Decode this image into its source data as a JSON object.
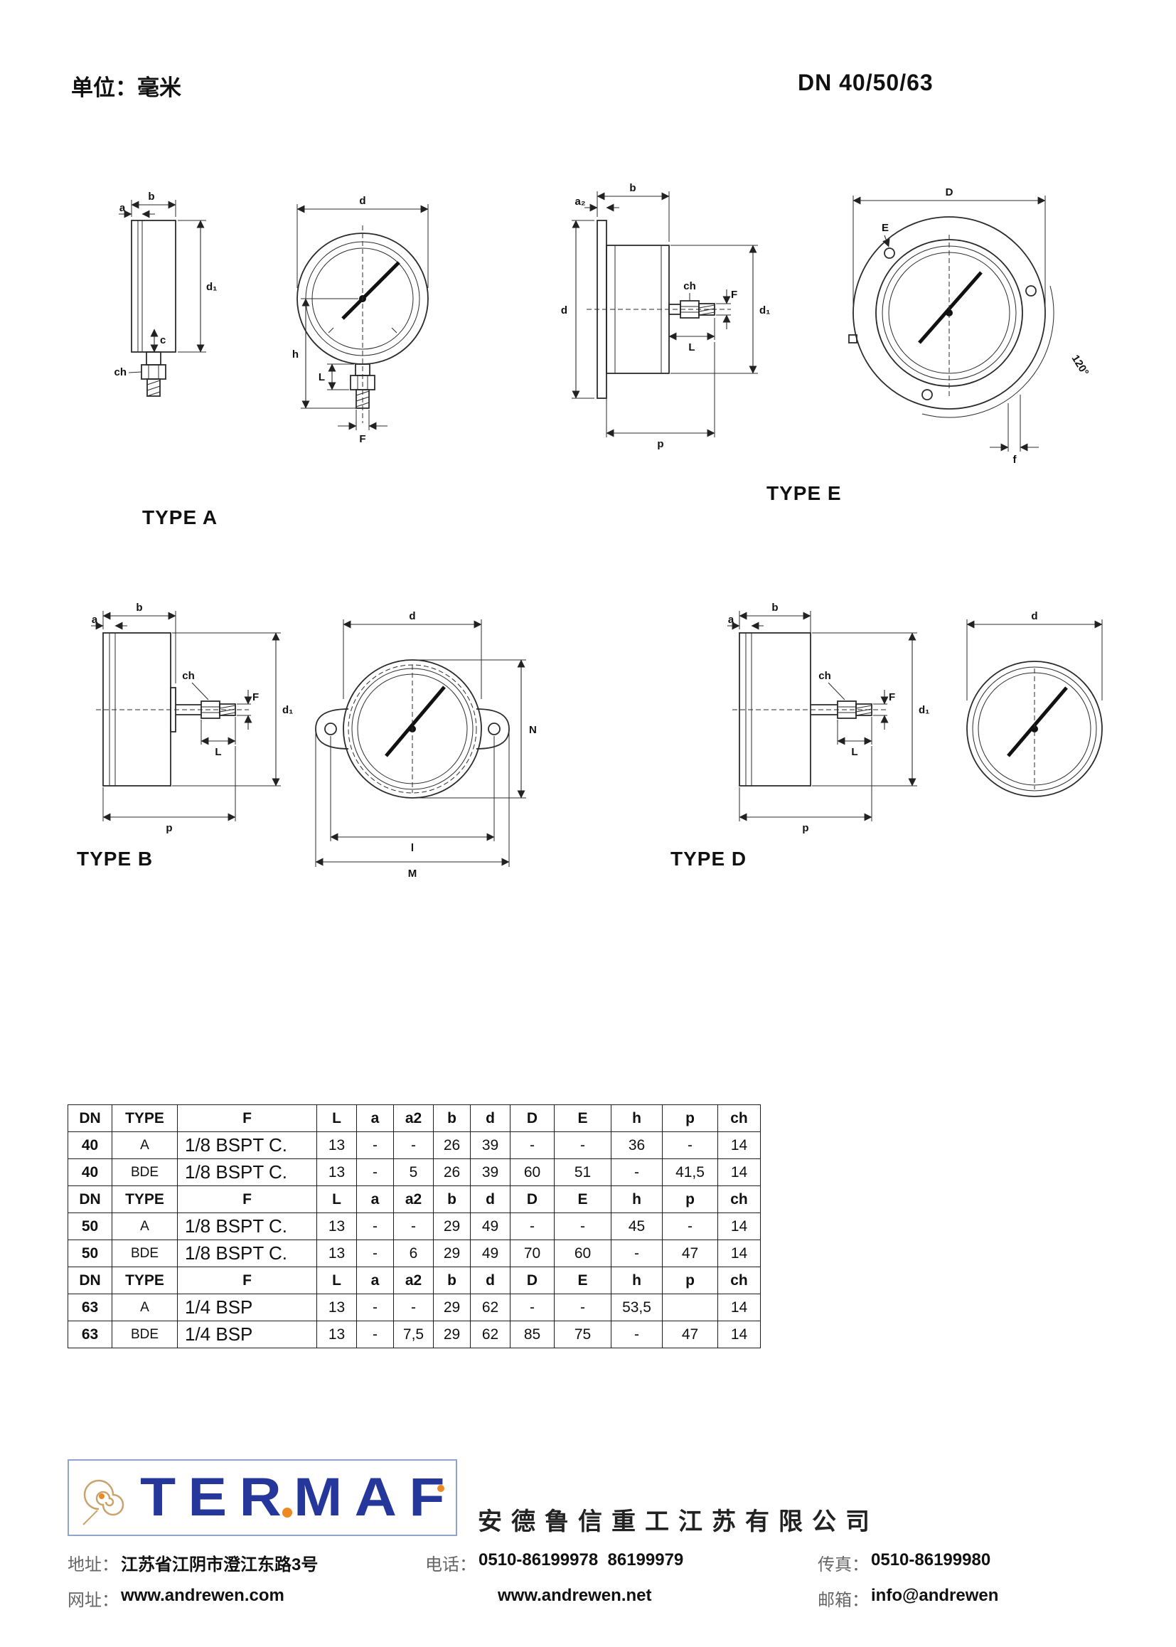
{
  "header": {
    "unit_label": "单位：毫米",
    "dn_title": "DN 40/50/63"
  },
  "dim_labels": {
    "a": "a",
    "a2": "a₂",
    "b": "b",
    "c": "c",
    "d": "d",
    "d1": "d₁",
    "D": "D",
    "E": "E",
    "F": "F",
    "h": "h",
    "L": "L",
    "p": "p",
    "ch": "ch",
    "N": "N",
    "l": "l",
    "M": "M",
    "f": "f",
    "deg120": "120°"
  },
  "drawings": {
    "type_a_label": "TYPE A",
    "type_b_label": "TYPE B",
    "type_d_label": "TYPE D",
    "type_e_label": "TYPE E"
  },
  "table": {
    "rows": [
      {
        "kind": "header",
        "cells": [
          "DN",
          "TYPE",
          "F",
          "L",
          "a",
          "a2",
          "b",
          "d",
          "D",
          "E",
          "h",
          "p",
          "ch"
        ]
      },
      {
        "kind": "data",
        "cells": [
          "40",
          "A",
          "1/8 BSPT C.",
          "13",
          "-",
          "-",
          "26",
          "39",
          "-",
          "-",
          "36",
          "-",
          "14"
        ]
      },
      {
        "kind": "data",
        "cells": [
          "40",
          "BDE",
          "1/8 BSPT C.",
          "13",
          "-",
          "5",
          "26",
          "39",
          "60",
          "51",
          "-",
          "41,5",
          "14"
        ]
      },
      {
        "kind": "header",
        "cells": [
          "DN",
          "TYPE",
          "F",
          "L",
          "a",
          "a2",
          "b",
          "d",
          "D",
          "E",
          "h",
          "p",
          "ch"
        ]
      },
      {
        "kind": "data",
        "cells": [
          "50",
          "A",
          "1/8 BSPT C.",
          "13",
          "-",
          "-",
          "29",
          "49",
          "-",
          "-",
          "45",
          "-",
          "14"
        ]
      },
      {
        "kind": "data",
        "cells": [
          "50",
          "BDE",
          "1/8 BSPT C.",
          "13",
          "-",
          "6",
          "29",
          "49",
          "70",
          "60",
          "-",
          "47",
          "14"
        ]
      },
      {
        "kind": "header",
        "cells": [
          "DN",
          "TYPE",
          "F",
          "L",
          "a",
          "a2",
          "b",
          "d",
          "D",
          "E",
          "h",
          "p",
          "ch"
        ]
      },
      {
        "kind": "data",
        "cells": [
          "63",
          "A",
          "1/4 BSP",
          "13",
          "-",
          "-",
          "29",
          "62",
          "-",
          "-",
          "53,5",
          "",
          "14"
        ]
      },
      {
        "kind": "data",
        "cells": [
          "63",
          "BDE",
          "1/4 BSP",
          "13",
          "-",
          "7,5",
          "29",
          "62",
          "85",
          "75",
          "-",
          "47",
          "14"
        ]
      }
    ]
  },
  "footer": {
    "logo_text": "TERMAF",
    "company_name": "安德鲁信重工江苏有限公司",
    "address_label": "地址：",
    "address_value": "江苏省江阴市澄江东路3号",
    "phone_label": "电话：",
    "phone_value": "0510-86199978  86199979",
    "fax_label": "传真：",
    "fax_value": "0510-86199980",
    "web_label": "网址：",
    "web1": "www.andrewen.com",
    "web2": "www.andrewen.net",
    "email_label": "邮箱：",
    "email_value": "info@andrewen"
  }
}
